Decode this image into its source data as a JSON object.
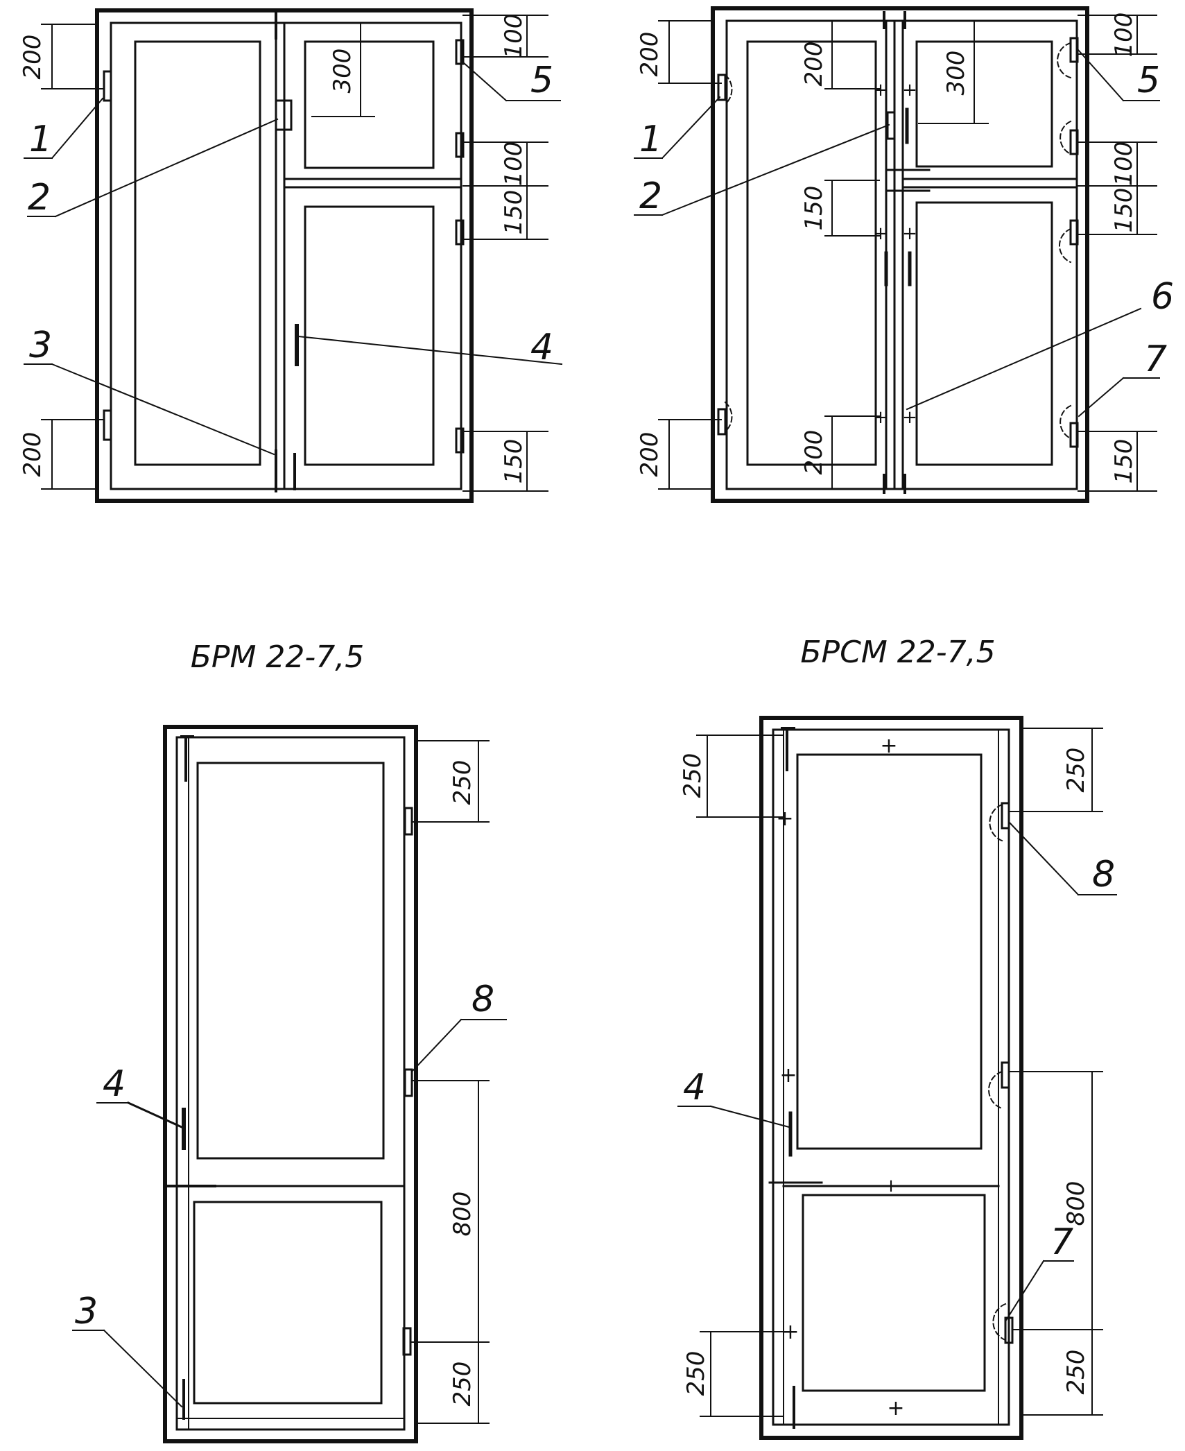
{
  "drawings": [
    {
      "id": "double-leaf-hinged",
      "title": "",
      "left_dims": [
        "200",
        "200"
      ],
      "inner_dims": [
        "300"
      ],
      "right_dims": [
        "100",
        "100",
        "150",
        "150"
      ],
      "callouts": [
        "1",
        "2",
        "3",
        "4",
        "5"
      ]
    },
    {
      "id": "double-leaf-concealed",
      "title": "",
      "left_dims": [
        "200",
        "200"
      ],
      "inner_dims": [
        "200",
        "150",
        "200",
        "300"
      ],
      "right_dims": [
        "100",
        "100",
        "150",
        "150"
      ],
      "callouts": [
        "1",
        "2",
        "5",
        "6",
        "7"
      ]
    },
    {
      "id": "brm",
      "title": "БРМ 22-7,5",
      "right_dims": [
        "250",
        "800",
        "250"
      ],
      "callouts": [
        "8",
        "4",
        "3"
      ]
    },
    {
      "id": "brsm",
      "title": "БРСМ 22-7,5",
      "left_dims": [
        "250",
        "250"
      ],
      "right_dims": [
        "250",
        "800",
        "250"
      ],
      "callouts": [
        "8",
        "4",
        "7"
      ]
    }
  ]
}
